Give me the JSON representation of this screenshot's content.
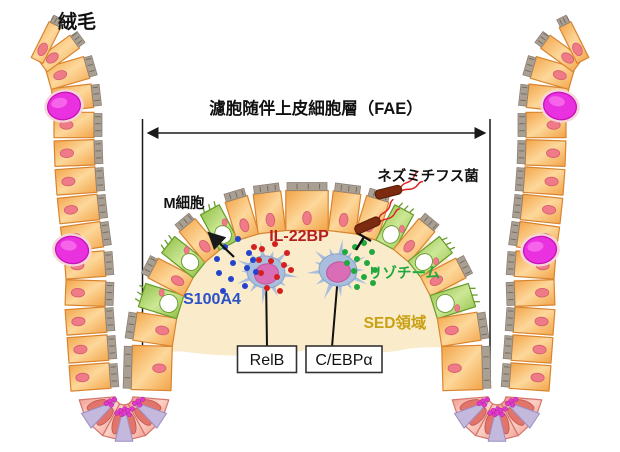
{
  "labels": {
    "villus": "絨毛",
    "fae_title": "濾胞随伴上皮細胞層（FAE）",
    "m_cell": "M細胞",
    "salmonella": "ネズミチフス菌",
    "il22bp": "IL-22BP",
    "s100a4": "S100A4",
    "lysozyme": "リゾチーム",
    "sed_region": "SED領域",
    "relb": "RelB",
    "cebpa": "C/EBPα"
  },
  "palette": {
    "black": "#1a1a1a",
    "cell_edge": "#f2a246",
    "cell_center": "#fdd89b",
    "cell_stroke": "#d9842f",
    "nucleus": "#ef7b89",
    "nucleus_stroke": "#d75f6f",
    "brush": "#a99f93",
    "brush_stroke": "#8c8276",
    "brush_dot": "#776d60",
    "mcell_edge": "#8abd3e",
    "mcell_center": "#cde796",
    "mcell_dark": "#679b2b",
    "goblet": "#ea31e0",
    "goblet_stroke": "#c714b8",
    "goblet_rim": "#f6d6da",
    "sed_fill": "#faecca",
    "dendritic": "#a9bedd",
    "dendritic_stroke": "#8aa2cb",
    "dc_nucleus": "#d96db6",
    "dc_nucleus_stroke": "#c2559e",
    "crypt_edge": "#ef9a8e",
    "crypt_center": "#fbd0c6",
    "crypt_stroke": "#d4756b",
    "crypt_nucleus": "#e1746b",
    "crypt_nucleus_stroke": "#c55952",
    "lavender": "#c4b9dd",
    "lavender_stroke": "#9c8ec3",
    "granule": "#e03ac8",
    "granule_stroke": "#b31fa0",
    "bacteria": "#7c2a10",
    "bacteria_stroke": "#551c08",
    "flagella": "#dd2525",
    "dot_blue": "#2543cb",
    "dot_red": "#d62020",
    "dot_green": "#21a83e",
    "label_il22bp": "#b51f1f",
    "label_s100a4": "#2a52c8",
    "label_lysozyme": "#1ea83e",
    "label_sed": "#c9a013"
  }
}
